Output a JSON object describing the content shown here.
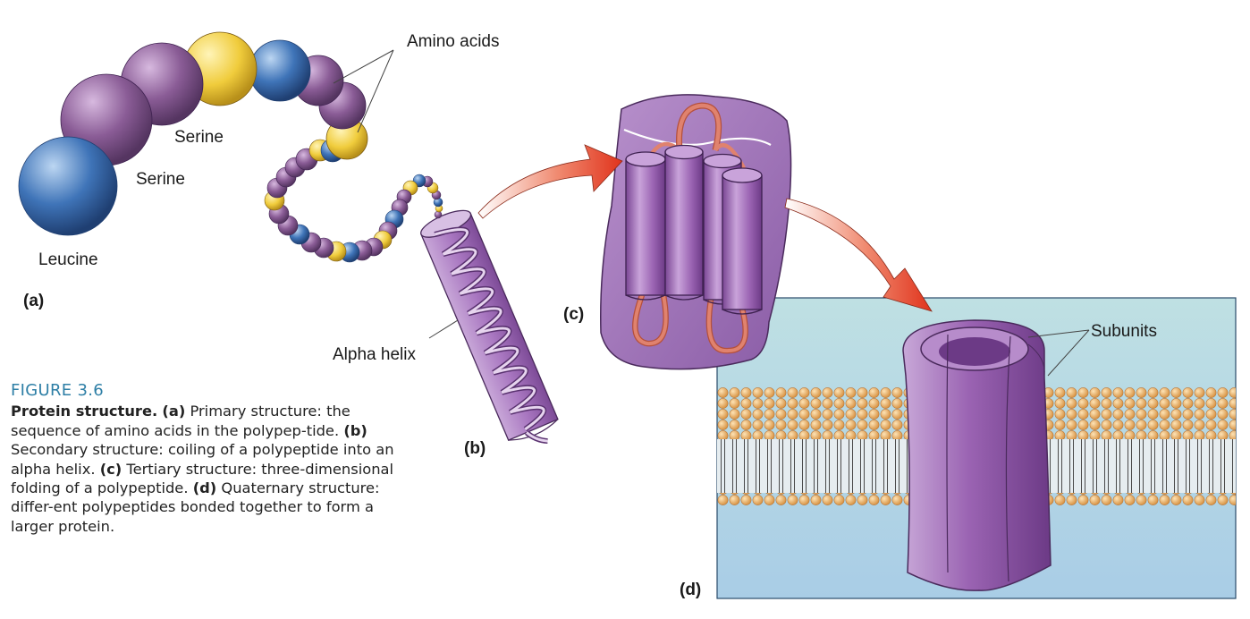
{
  "labels": {
    "amino_acids": "Amino acids",
    "serine_1": "Serine",
    "serine_2": "Serine",
    "leucine": "Leucine",
    "alpha_helix": "Alpha helix",
    "subunits": "Subunits"
  },
  "panels": {
    "a": "(a)",
    "b": "(b)",
    "c": "(c)",
    "d": "(d)"
  },
  "caption": {
    "figure_number": "FIGURE 3.6",
    "title": "Protein structure.",
    "parts": [
      {
        "tag": "(a)",
        "text": "Primary structure: the sequence of amino acids in the polypep-tide."
      },
      {
        "tag": "(b)",
        "text": "Secondary structure: coiling of a polypeptide into an alpha helix."
      },
      {
        "tag": "(c)",
        "text": "Tertiary structure: three-dimensional folding of a polypeptide."
      },
      {
        "tag": "(d)",
        "text": "Quaternary structure: differ-ent polypeptides bonded together to form a larger protein."
      }
    ]
  },
  "colors": {
    "amino_purple": "#8a5c96",
    "amino_yellow": "#f0cc3c",
    "amino_blue": "#3f74b8",
    "protein_purple": "#9a63b2",
    "arrow_red": "#e8452c",
    "loop_salmon": "#e0826e",
    "water_top": "#bfe0e3",
    "water_bottom": "#a9cde6",
    "lipid_head": "#f0b872",
    "caption_blue": "#2e7fa6"
  }
}
